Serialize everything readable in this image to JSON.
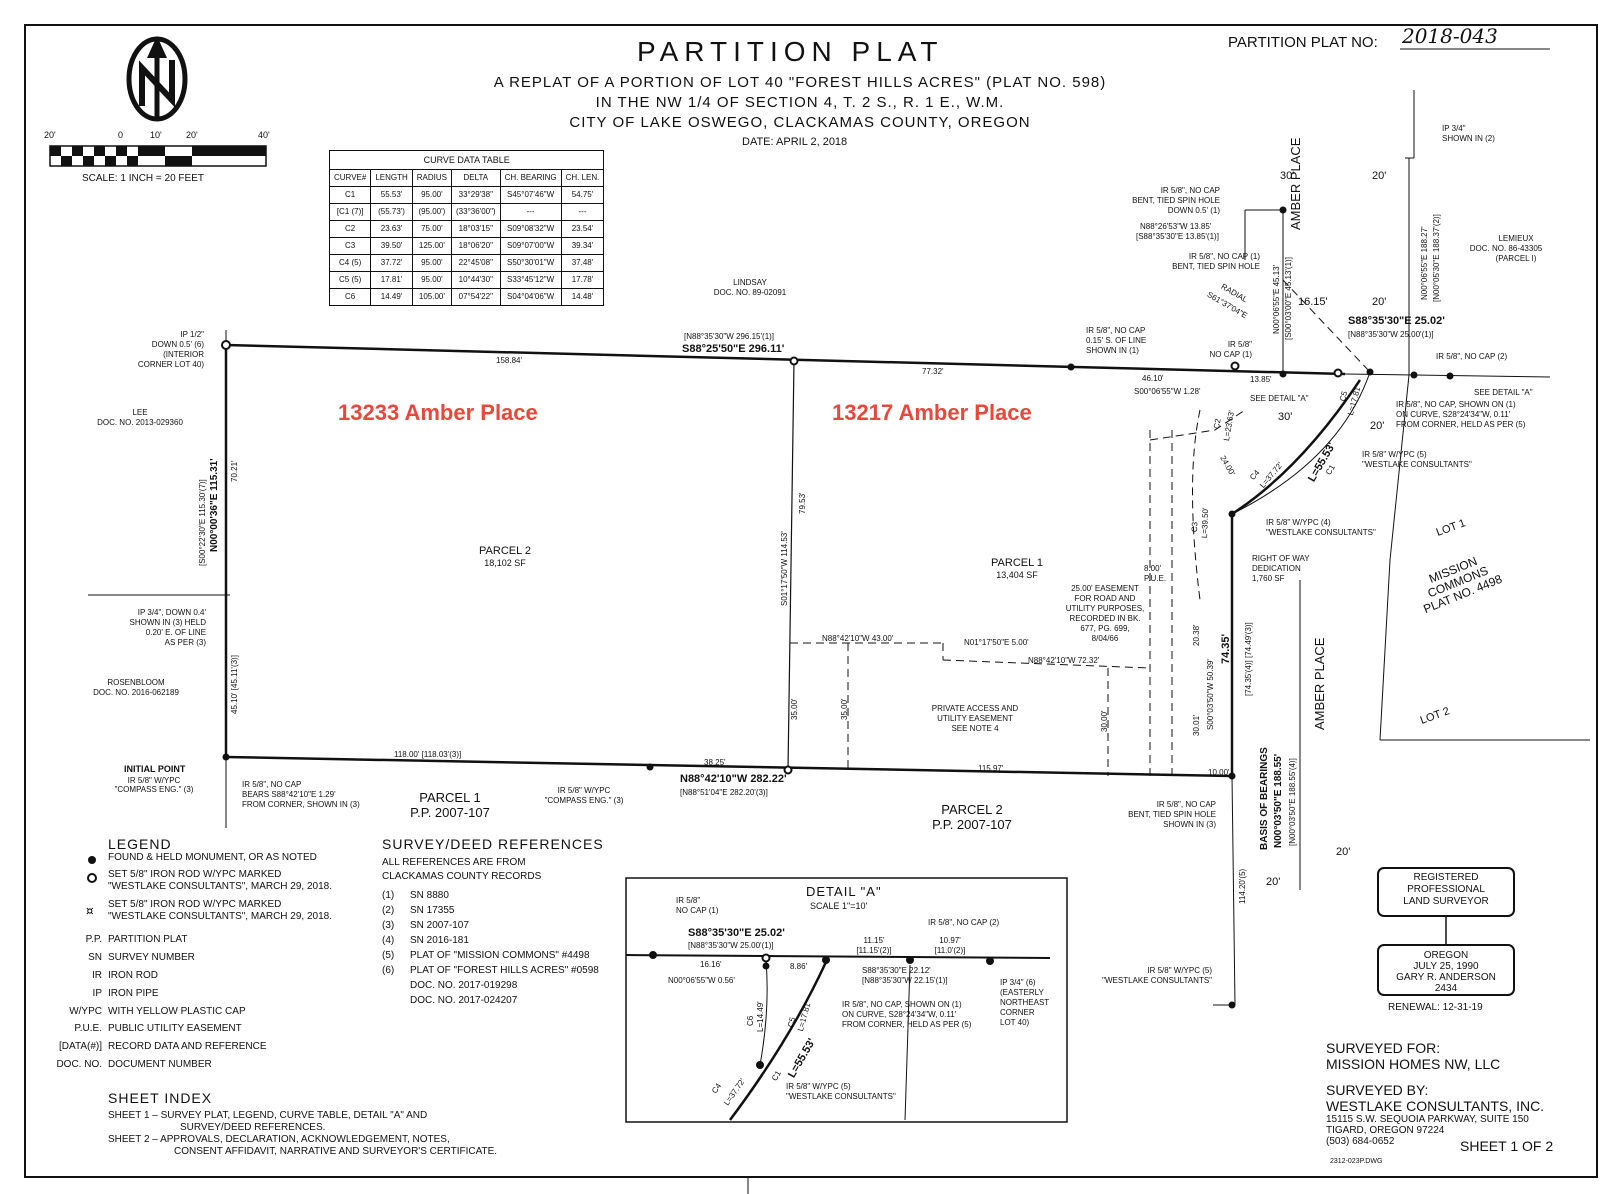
{
  "header": {
    "title": "PARTITION PLAT",
    "subtitle_lines": [
      "A REPLAT OF A PORTION OF LOT 40 \"FOREST HILLS ACRES\" (PLAT NO. 598)",
      "IN THE NW 1/4 OF SECTION 4, T. 2 S., R. 1 E., W.M.",
      "CITY OF LAKE OSWEGO, CLACKAMAS COUNTY, OREGON"
    ],
    "date": "DATE: APRIL 2, 2018",
    "plat_no_label": "PARTITION PLAT NO:",
    "plat_no_value": "2018-043"
  },
  "scale": {
    "ticks": [
      "20'",
      "0",
      "10'",
      "20'",
      "40'"
    ],
    "label": "SCALE: 1 INCH = 20 FEET"
  },
  "curve_table": {
    "caption": "CURVE DATA TABLE",
    "headers": [
      "CURVE#",
      "LENGTH",
      "RADIUS",
      "DELTA",
      "CH. BEARING",
      "CH. LEN."
    ],
    "rows": [
      [
        "C1",
        "55.53'",
        "95.00'",
        "33°29'38\"",
        "S45°07'46\"W",
        "54.75'"
      ],
      [
        "[C1 (7)]",
        "(55.73')",
        "(95.00')",
        "(33°36'00\")",
        "---",
        "---"
      ],
      [
        "C2",
        "23.63'",
        "75.00'",
        "18°03'15\"",
        "S09°08'32\"W",
        "23.54'"
      ],
      [
        "C3",
        "39.50'",
        "125.00'",
        "18°06'20\"",
        "S09°07'00\"W",
        "39.34'"
      ],
      [
        "C4 (5)",
        "37.72'",
        "95.00'",
        "22°45'08\"",
        "S50°30'01\"W",
        "37.48'"
      ],
      [
        "C5 (5)",
        "17.81'",
        "95.00'",
        "10°44'30\"",
        "S33°45'12\"W",
        "17.78'"
      ],
      [
        "C6",
        "14.49'",
        "105.00'",
        "07°54'22\"",
        "S04°04'06\"W",
        "14.48'"
      ]
    ]
  },
  "parcels": {
    "addr_left": "13233 Amber Place",
    "addr_right": "13217 Amber Place",
    "p2_label": "PARCEL 2",
    "p2_area": "18,102 SF",
    "p1_label": "PARCEL 1",
    "p1_area": "13,404 SF",
    "pp_p1": "PARCEL 1",
    "pp_p1_no": "P.P. 2007-107",
    "pp_p2": "PARCEL 2",
    "pp_p2_no": "P.P. 2007-107"
  },
  "neighbors": {
    "lindsay": [
      "LINDSAY",
      "DOC. NO. 89-02091"
    ],
    "lee": [
      "LEE",
      "DOC. NO. 2013-029360"
    ],
    "rosenbloom": [
      "ROSENBLOOM",
      "DOC. NO. 2016-062189"
    ],
    "lemieux": [
      "LEMIEUX",
      "DOC. NO. 86-43305",
      "(PARCEL I)"
    ],
    "mission": [
      "MISSION",
      "COMMONS",
      "PLAT NO. 4498"
    ],
    "lot1": "LOT 1",
    "lot2": "LOT 2",
    "street1": "AMBER PLACE",
    "street2": "AMBER PLACE"
  },
  "labels": {
    "north_bearing": "[N88°35'30\"W 296.15'(1)]",
    "north_bearing_main": "S88°25'50\"E 296.11'",
    "n_dist_left": "158.84'",
    "n_dist_right": "77.32'",
    "south_bearing": "N88°42'10\"W 282.22'",
    "south_bearing_rec": "[N88°51'04\"E 282.20'(3)]",
    "s_dist_left": "118.00' [118.03'(3)]",
    "s_dist_mid": "38.25'",
    "s_dist_right": "115.97'",
    "west_bearing": "N00°00'36\"E 115.31'",
    "west_bearing_rec": "[S00°22'30\"E 115.30'(7)]",
    "w_dist_top": "70.21'",
    "w_dist_bot": "45.10' [45.11'(3)]",
    "mid_bearing": "S01°17'50\"W 114.53'",
    "mid_top": "79.53'",
    "mid_bot": "35.00'",
    "ease_35": "35.00'",
    "ease_30": "30.00'",
    "n43": "N88°42'10\"W 43.00'",
    "n500": "N01°17'50\"E 5.00'",
    "n7232": "N88°42'10\"W 72.32'",
    "pue": "8.00'",
    "pue2": "P.U.E.",
    "e_7435": "74.35'",
    "e_7435_rec": "[74.35'(4)] [74.49'(3)]",
    "s0003": "S00°03'50\"W 50.39'",
    "d2038": "20.38'",
    "d3001": "30.01'",
    "d1000": "10.00'",
    "basis": "BASIS OF BEARINGS",
    "basis_b": "N00°03'50\"E 188.55'",
    "basis_rec": "[N00°03'50\"E 188.55'(4)]",
    "d11420": "114.20'(5)",
    "d4610": "46.10'",
    "s0006": "S00°06'55\"W 1.28'",
    "d1385": "13.85'",
    "d1615": "16.15'",
    "d30a": "30'",
    "d20a": "20'",
    "d20b": "20'",
    "d30b": "30'",
    "d20c": "20'",
    "d20d": "20'",
    "d20e": "20'",
    "s0006b": "N00°06'55\"E 45.13'",
    "s0003b": "[S00°03'00\"E 45.13'(1)]",
    "radial": "RADIAL",
    "radial_b": "S61°37'04\"E",
    "ne_bearing": "S88°35'30\"E 25.02'",
    "ne_bearing_rec": "[N88°35'30\"W 25.00'(1)]",
    "lemieux_b": "N00°06'55\"E 188.27'",
    "lemieux_rec": "[N00°05'30\"E 188.37'(2)]",
    "c2": "C2",
    "c2len": "L=23.63'",
    "c3": "C3",
    "c3len": "L=39.50'",
    "c4": "C4",
    "c4len": "L=37.72'",
    "c1len": "L=55.53'",
    "c1": "C1",
    "c5": "C5",
    "c5len": "L=17.81'",
    "r24": "24.00'",
    "n88": "N88°26'53\"W 13.85'",
    "n88rec": "[S88°35'30\"E 13.85'(1)]"
  },
  "notes": {
    "ip12": [
      "IP 1/2\"",
      "DOWN 0.5' (6)",
      "(INTERIOR",
      "CORNER LOT 40)"
    ],
    "ip34": [
      "IP 3/4\", DOWN 0.4'",
      "SHOWN IN (3) HELD",
      "0.20' E. OF LINE",
      "AS PER (3)"
    ],
    "initial": "INITIAL POINT",
    "initial_b": [
      "IR 5/8\" W/YPC",
      "\"COMPASS ENG.\" (3)"
    ],
    "ir_nocap_bears": [
      "IR 5/8\", NO CAP",
      "BEARS S88°42'10\"E 1.29'",
      "FROM CORNER, SHOWN IN (3)"
    ],
    "ir_compass": [
      "IR 5/8\" W/YPC",
      "\"COMPASS ENG.\" (3)"
    ],
    "ir_tied": [
      "IR 5/8\", NO CAP",
      "BENT, TIED SPIN HOLE",
      "SHOWN IN (3)"
    ],
    "ir_015": [
      "IR 5/8\", NO CAP",
      "0.15' S. OF LINE",
      "SHOWN IN (1)"
    ],
    "ir_nocap1": [
      "IR 5/8\"",
      "NO CAP (1)"
    ],
    "ir_top": [
      "IR 5/8\", NO CAP",
      "BENT, TIED SPIN HOLE",
      "DOWN 0.5' (1)"
    ],
    "ir_top2": [
      "IR 5/8\", NO CAP (1)",
      "BENT, TIED SPIN HOLE"
    ],
    "ip34top": [
      "IP 3/4\"",
      "SHOWN IN (2)"
    ],
    "ir_nocap2": "IR 5/8\", NO CAP (2)",
    "see_a": "SEE DETAIL \"A\"",
    "see_a2": "SEE DETAIL \"A\"",
    "ir_curve": [
      "IR 5/8\", NO CAP, SHOWN ON (1)",
      "ON CURVE, S28°24'34\"W, 0.11'",
      "FROM CORNER, HELD AS PER (5)"
    ],
    "ir_w5": [
      "IR 5/8\" W/YPC (5)",
      "\"WESTLAKE CONSULTANTS\""
    ],
    "ir_w4": [
      "IR 5/8\" W/YPC (4)",
      "\"WESTLAKE CONSULTANTS\""
    ],
    "row": [
      "RIGHT OF WAY",
      "DEDICATION",
      "1,760 SF"
    ],
    "easement": [
      "25.00' EASEMENT",
      "FOR ROAD AND",
      "UTILITY PURPOSES,",
      "RECORDED IN BK.",
      "677, PG. 699,",
      "8/04/66"
    ],
    "private": [
      "PRIVATE ACCESS AND",
      "UTILITY EASEMENT",
      "SEE NOTE 4"
    ],
    "ir_w5b": [
      "IR 5/8\" W/YPC (5)",
      "\"WESTLAKE CONSULTANTS\""
    ]
  },
  "legend": {
    "title": "LEGEND",
    "items": [
      [
        "",
        "FOUND & HELD MONUMENT, OR AS NOTED"
      ],
      [
        "",
        "SET 5/8\" IRON ROD W/YPC MARKED"
      ],
      [
        "",
        "\"WESTLAKE CONSULTANTS\", MARCH 29, 2018."
      ],
      [
        "",
        "SET 5/8\" IRON ROD W/YPC MARKED"
      ],
      [
        "",
        "\"WESTLAKE CONSULTANTS\", MARCH 29, 2018."
      ],
      [
        "P.P.",
        "PARTITION PLAT"
      ],
      [
        "SN",
        "SURVEY NUMBER"
      ],
      [
        "IR",
        "IRON ROD"
      ],
      [
        "IP",
        "IRON PIPE"
      ],
      [
        "W/YPC",
        "WITH YELLOW PLASTIC CAP"
      ],
      [
        "P.U.E.",
        "PUBLIC UTILITY EASEMENT"
      ],
      [
        "[DATA(#)]",
        "RECORD DATA AND REFERENCE"
      ],
      [
        "DOC. NO.",
        "DOCUMENT NUMBER"
      ]
    ]
  },
  "references": {
    "title": "SURVEY/DEED REFERENCES",
    "intro": [
      "ALL REFERENCES ARE FROM",
      "CLACKAMAS COUNTY RECORDS"
    ],
    "items": [
      [
        "(1)",
        "SN 8880"
      ],
      [
        "(2)",
        "SN 17355"
      ],
      [
        "(3)",
        "SN 2007-107"
      ],
      [
        "(4)",
        "SN 2016-181"
      ],
      [
        "(5)",
        "PLAT OF \"MISSION COMMONS\" #4498"
      ],
      [
        "(6)",
        "PLAT OF \"FOREST HILLS ACRES\" #0598"
      ],
      [
        "",
        "DOC. NO. 2017-019298"
      ],
      [
        "",
        "DOC. NO. 2017-024207"
      ]
    ]
  },
  "sheet_index": {
    "title": "SHEET INDEX",
    "lines": [
      "SHEET 1 – SURVEY PLAT, LEGEND, CURVE TABLE, DETAIL \"A\" AND",
      "SURVEY/DEED REFERENCES.",
      "SHEET 2 – APPROVALS, DECLARATION, ACKNOWLEDGEMENT, NOTES,",
      "CONSENT AFFIDAVIT, NARRATIVE AND SURVEYOR'S CERTIFICATE."
    ]
  },
  "detail": {
    "title": "DETAIL \"A\"",
    "scale": "SCALE 1\"=10'",
    "ir1": [
      "IR 5/8\"",
      "NO CAP (1)"
    ],
    "ir2": "IR 5/8\", NO CAP (2)",
    "b1": "S88°35'30\"E 25.02'",
    "b1rec": "[N88°35'30\"W 25.00'(1)]",
    "d1616": "16.16'",
    "d886": "8.86'",
    "d1115": [
      "11.15'",
      "[11.15'(2)]"
    ],
    "d1097": [
      "10.97'",
      "[11.0'(2)]"
    ],
    "n0006": "N00°06'55\"W 0.56'",
    "b2": "S88°35'30\"E 22.12'",
    "b2rec": "[N88°35'30\"W 22.15'(1)]",
    "ir_curve": [
      "IR 5/8\", NO CAP, SHOWN ON (1)",
      "ON CURVE, S28°24'34\"W, 0.11'",
      "FROM CORNER, HELD AS PER (5)"
    ],
    "ip34": [
      "IP 3/4\" (6)",
      "(EASTERLY",
      "NORTHEAST",
      "CORNER",
      "LOT 40)"
    ],
    "c6": "C6",
    "c6len": "L=14.49'",
    "c5": "C5",
    "c5len": "L=17.81'",
    "c1": "C1",
    "c1len": "L=55.53'",
    "c4": "C4",
    "c4len": "L=37.72'",
    "ir_w5": [
      "IR 5/8\" W/YPC (5)",
      "\"WESTLAKE CONSULTANTS\""
    ]
  },
  "stamp": {
    "lines": [
      "REGISTERED",
      "PROFESSIONAL",
      "LAND SURVEYOR"
    ],
    "state": "OREGON",
    "date": "JULY 25, 1990",
    "name": "GARY R. ANDERSON",
    "number": "2434",
    "renewal": "RENEWAL: 12-31-19"
  },
  "titleblock": {
    "for_label": "SURVEYED FOR:",
    "for_name": "MISSION HOMES NW, LLC",
    "by_label": "SURVEYED BY:",
    "by_name": "WESTLAKE CONSULTANTS, INC.",
    "addr1": "15115 S.W. SEQUOIA PARKWAY, SUITE 150",
    "addr2": "TIGARD, OREGON 97224",
    "phone": "(503) 684-0652",
    "sheet": "SHEET 1 OF 2",
    "file": "2312-023P.DWG"
  }
}
